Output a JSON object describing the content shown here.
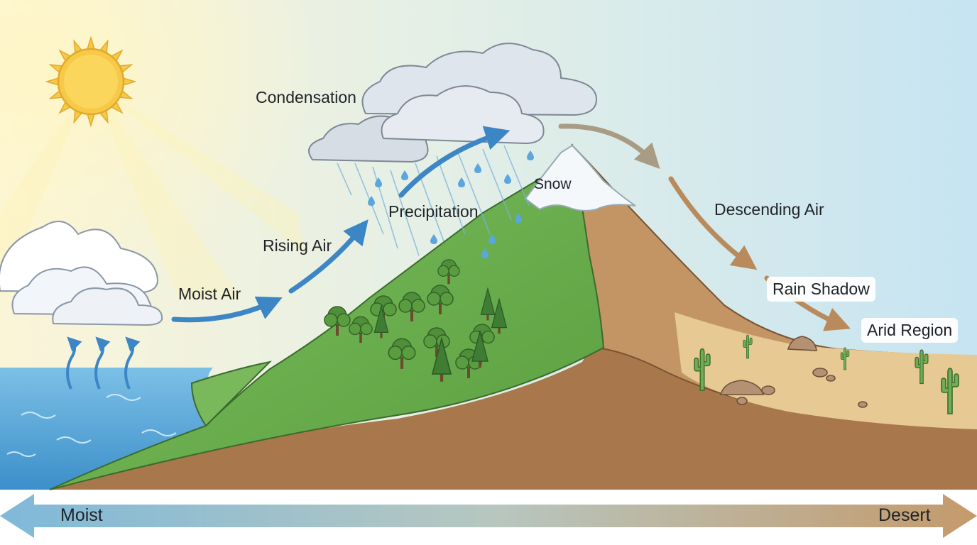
{
  "labels": {
    "condensation": "Condensation",
    "precipitation": "Precipitation",
    "snow": "Snow",
    "rising_air": "Rising Air",
    "moist_air": "Moist Air",
    "descending_air": "Descending Air",
    "rain_shadow": "Rain Shadow",
    "arid_region": "Arid Region"
  },
  "gradient_bar": {
    "left_label": "Moist",
    "right_label": "Desert",
    "left_color": "#7fb9d9",
    "right_color": "#c49a6c"
  },
  "colors": {
    "sky_left": "#f8f3d6",
    "sky_right": "#cfe7f0",
    "ocean": "#4fa3d4",
    "windward_green": "#6ab04c",
    "leeward_brown": "#b8865a",
    "desert_sand": "#e8cc95",
    "sun": "#f7c948",
    "moist_arrow": "#3d86c6",
    "dry_arrow": "#b98a5c"
  },
  "icons": [
    "sun-icon",
    "cloud-icon",
    "rain-drop-icon",
    "tree-icon",
    "cactus-icon",
    "rock-icon",
    "arrow-icon"
  ]
}
